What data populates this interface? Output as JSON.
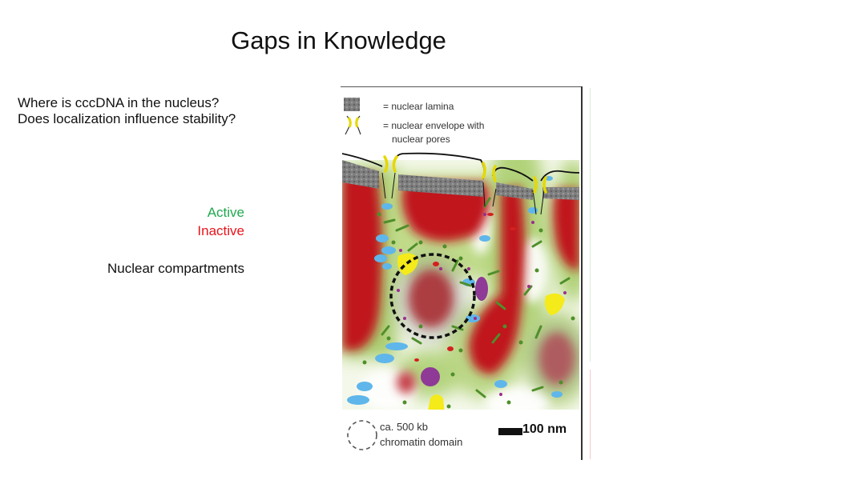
{
  "slide": {
    "title": "Gaps in Knowledge",
    "questions": [
      "Where is cccDNA in the nucleus?",
      "Does localization influence stability?"
    ],
    "legend_labels": {
      "active": "Active",
      "inactive": "Inactive",
      "compartments": "Nuclear compartments"
    },
    "colors": {
      "active": "#1fa84f",
      "inactive": "#e8141b",
      "chromatin_inactive": "#c0191e",
      "chromatin_active": "#8fbf3f",
      "lamina": "#7a7a7a",
      "pore": "#f2e500",
      "speckle": "#5fb6ea",
      "body_purple": "#8e3a96",
      "body_yellow": "#f5ea1a"
    }
  },
  "figure": {
    "legend": {
      "lamina": "= nuclear lamina",
      "envelope_line1": "= nuclear envelope with",
      "envelope_line2": "nuclear pores",
      "domain_line1": "ca. 500 kb",
      "domain_line2": "chromatin domain",
      "scale_bar": "100 nm"
    }
  }
}
